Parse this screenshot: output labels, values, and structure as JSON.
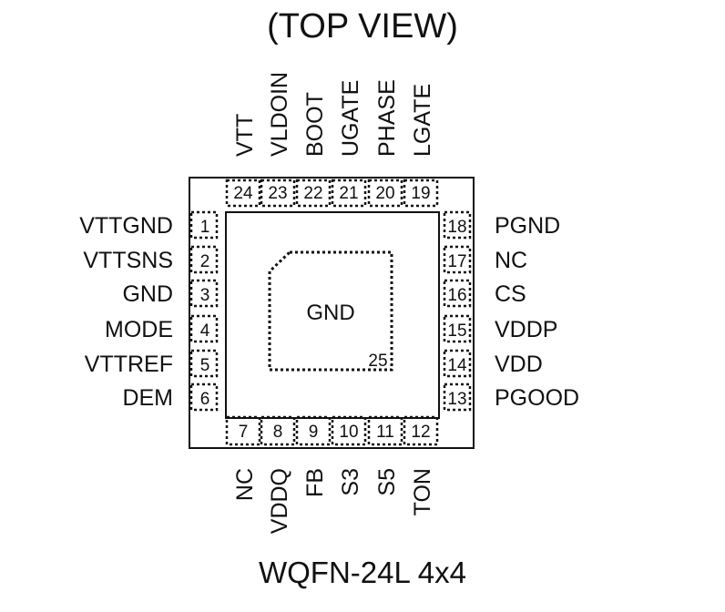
{
  "title": "(TOP VIEW)",
  "package": "WQFN-24L 4x4",
  "exposed_pad": {
    "label": "GND",
    "number": "25"
  },
  "pins": {
    "left": [
      {
        "num": "1",
        "name": "VTTGND"
      },
      {
        "num": "2",
        "name": "VTTSNS"
      },
      {
        "num": "3",
        "name": "GND"
      },
      {
        "num": "4",
        "name": "MODE"
      },
      {
        "num": "5",
        "name": "VTTREF"
      },
      {
        "num": "6",
        "name": "DEM"
      }
    ],
    "bottom": [
      {
        "num": "7",
        "name": "NC"
      },
      {
        "num": "8",
        "name": "VDDQ"
      },
      {
        "num": "9",
        "name": "FB"
      },
      {
        "num": "10",
        "name": "S3"
      },
      {
        "num": "11",
        "name": "S5"
      },
      {
        "num": "12",
        "name": "TON"
      }
    ],
    "right": [
      {
        "num": "18",
        "name": "PGND"
      },
      {
        "num": "17",
        "name": "NC"
      },
      {
        "num": "16",
        "name": "CS"
      },
      {
        "num": "15",
        "name": "VDDP"
      },
      {
        "num": "14",
        "name": "VDD"
      },
      {
        "num": "13",
        "name": "PGOOD"
      }
    ],
    "top": [
      {
        "num": "24",
        "name": "VTT"
      },
      {
        "num": "23",
        "name": "VLDOIN"
      },
      {
        "num": "22",
        "name": "BOOT"
      },
      {
        "num": "21",
        "name": "UGATE"
      },
      {
        "num": "20",
        "name": "PHASE"
      },
      {
        "num": "19",
        "name": "LGATE"
      }
    ]
  }
}
